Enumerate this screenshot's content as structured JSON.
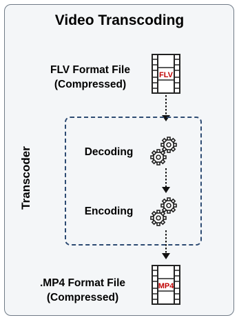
{
  "title": "Video Transcoding",
  "source": {
    "label_line1": "FLV Format File",
    "label_line2": "(Compressed)",
    "badge": "FLV",
    "icon": "film-strip-icon"
  },
  "transcoder": {
    "label": "Transcoder",
    "steps": [
      {
        "label": "Decoding",
        "icon": "gears-icon"
      },
      {
        "label": "Encoding",
        "icon": "gears-icon"
      }
    ]
  },
  "output": {
    "label_line1": ".MP4 Format File",
    "label_line2": "(Compressed)",
    "badge": "MP4",
    "icon": "film-strip-icon"
  },
  "colors": {
    "badge_text": "#c00000",
    "dashed_border": "#2c4a72",
    "card_border": "#6f7a86",
    "card_bg": "#f4f6f8"
  }
}
